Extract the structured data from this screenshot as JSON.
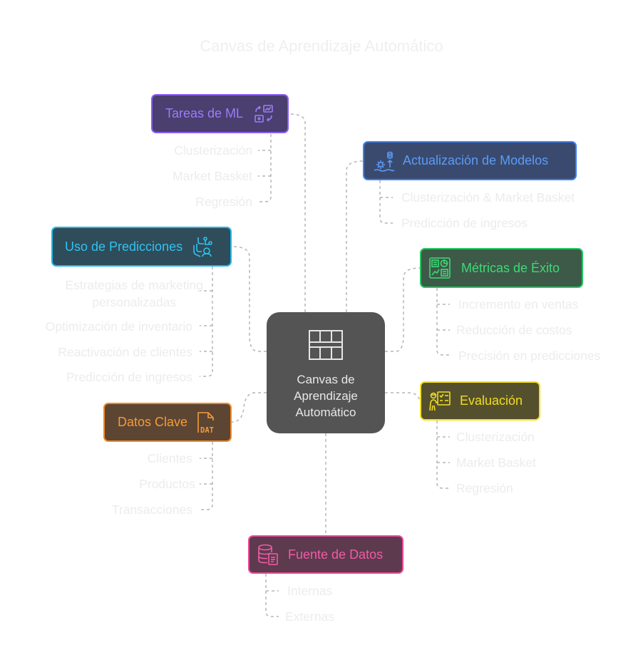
{
  "title": "Canvas de Aprendizaje Automático",
  "center": {
    "label": "Canvas de\nAprendizaje\nAutomático",
    "icon": "table-grid-icon"
  },
  "branches": {
    "tareas_ml": {
      "label": "Tareas de ML",
      "icon": "ml-tasks-icon",
      "color": "#8b5cf6",
      "fill": "#4a3f6e",
      "items": [
        "Clusterización",
        "Market Basket",
        "Regresión"
      ]
    },
    "actualizacion": {
      "label": "Actualización de Modelos",
      "icon": "model-update-icon",
      "color": "#3b82f6",
      "fill": "#3a4a6e",
      "items": [
        "Clusterización & Market Basket",
        "Predicción de ingresos"
      ]
    },
    "uso_predicciones": {
      "label": "Uso de Predicciones",
      "icon": "predictions-use-icon",
      "color": "#22b8e8",
      "fill": "#2f4c5a",
      "items": [
        "Estrategias de marketing\npersonalizadas",
        "Optimización de inventario",
        "Reactivación de clientes",
        "Predicción de ingresos"
      ]
    },
    "metricas": {
      "label": "Métricas de Éxito",
      "icon": "metrics-dashboard-icon",
      "color": "#22c55e",
      "fill": "#3c5a47",
      "items": [
        "Incremento en ventas",
        "Reducción de costos",
        "Precisión en predicciones"
      ]
    },
    "evaluacion": {
      "label": "Evaluación",
      "icon": "evaluation-checklist-icon",
      "color": "#f5e11a",
      "fill": "#54502d",
      "items": [
        "Clusterización",
        "Market Basket",
        "Regresión"
      ]
    },
    "datos_clave": {
      "label": "Datos Clave",
      "icon": "dat-file-icon",
      "color": "#f08a24",
      "fill": "#5c4532",
      "items": [
        "Clientes",
        "Productos",
        "Transacciones"
      ]
    },
    "fuente_datos": {
      "label": "Fuente de Datos",
      "icon": "database-document-icon",
      "color": "#ec4899",
      "fill": "#5e3a4e",
      "items": [
        "Internas",
        "Externas"
      ]
    }
  }
}
